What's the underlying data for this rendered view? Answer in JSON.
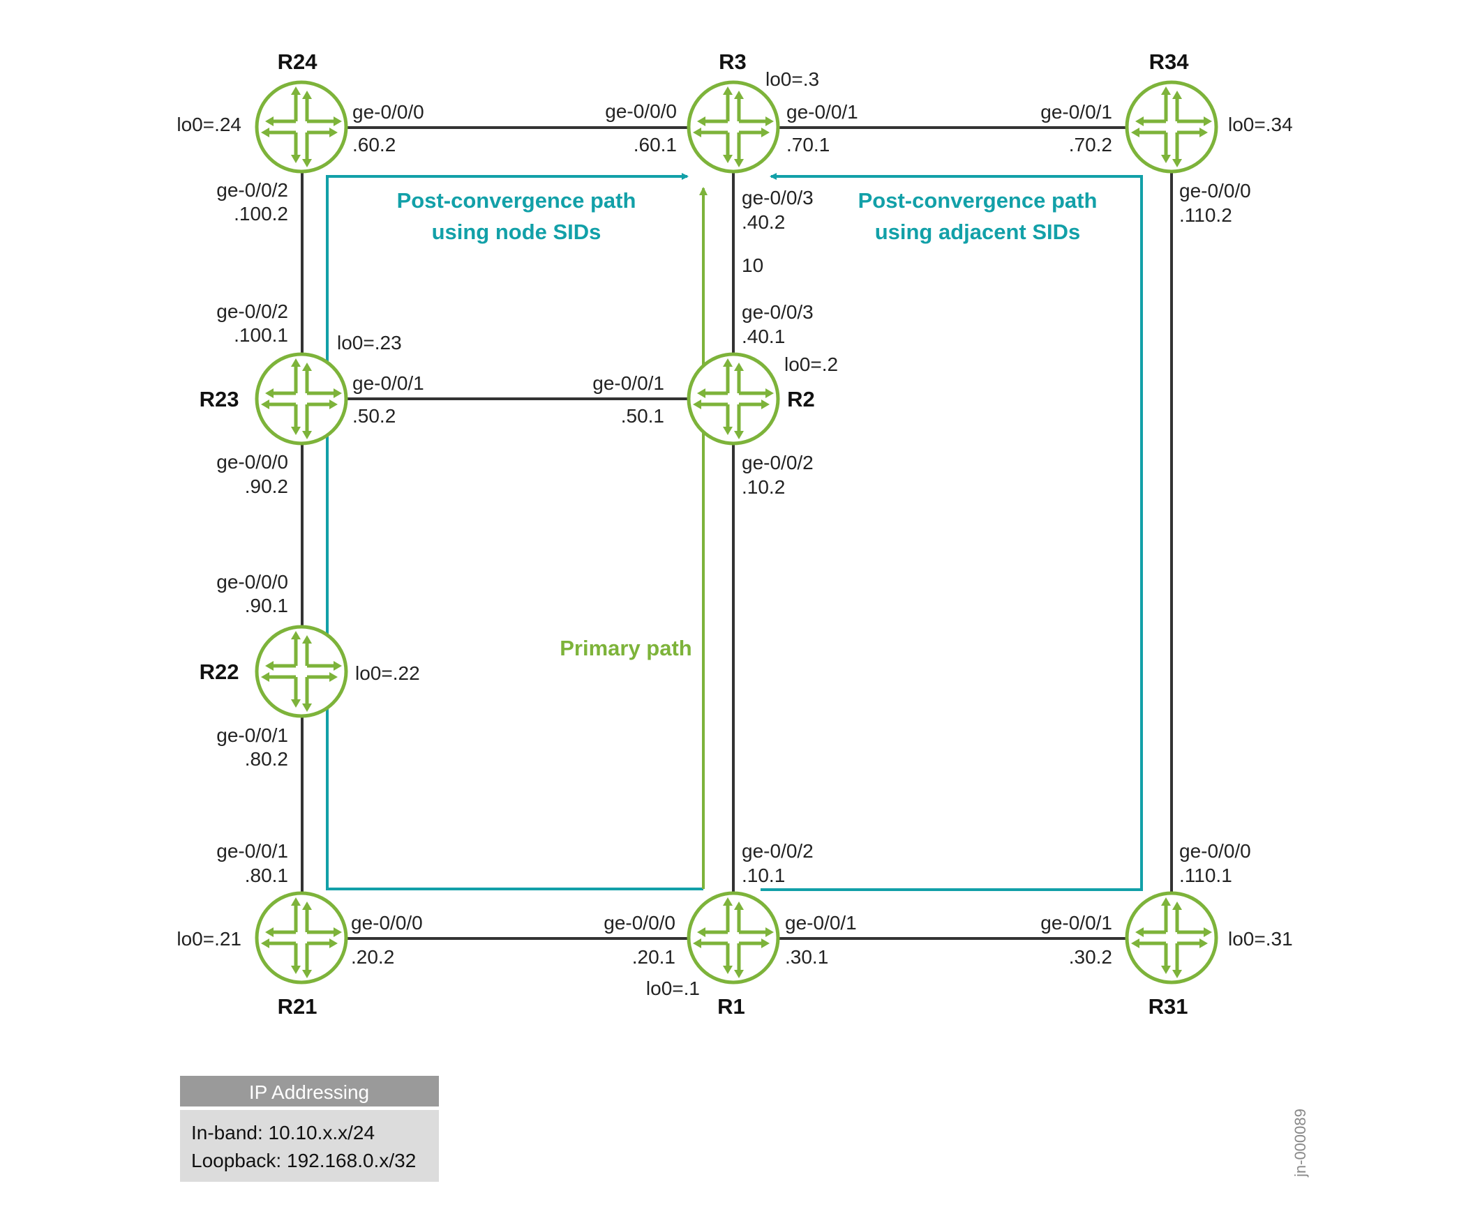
{
  "colors": {
    "router": "#7db33a",
    "primary_path": "#7db33a",
    "post_convergence_path": "#12a0a8",
    "link": "#333333",
    "legend_header_bg": "#9a9a9a",
    "legend_body_bg": "#dcdcdc"
  },
  "icons": {
    "router": "router-icon"
  },
  "routers": {
    "r24": {
      "name": "R24",
      "lo0": "lo0=.24"
    },
    "r3": {
      "name": "R3",
      "lo0": "lo0=.3"
    },
    "r34": {
      "name": "R34",
      "lo0": "lo0=.34"
    },
    "r23": {
      "name": "R23",
      "lo0": "lo0=.23"
    },
    "r2": {
      "name": "R2",
      "lo0": "lo0=.2"
    },
    "r22": {
      "name": "R22",
      "lo0": "lo0=.22"
    },
    "r21": {
      "name": "R21",
      "lo0": "lo0=.21"
    },
    "r1": {
      "name": "R1",
      "lo0": "lo0=.1"
    },
    "r31": {
      "name": "R31",
      "lo0": "lo0=.31"
    }
  },
  "links": {
    "r24_r3": {
      "a_if": "ge-0/0/0",
      "a_ip": ".60.2",
      "b_if": "ge-0/0/0",
      "b_ip": ".60.1"
    },
    "r3_r34": {
      "a_if": "ge-0/0/1",
      "a_ip": ".70.1",
      "b_if": "ge-0/0/1",
      "b_ip": ".70.2"
    },
    "r24_r23": {
      "a_if": "ge-0/0/2",
      "a_ip": ".100.2",
      "b_if": "ge-0/0/2",
      "b_ip": ".100.1"
    },
    "r3_r2": {
      "a_if": "ge-0/0/3",
      "a_ip": ".40.2",
      "metric": "10",
      "b_if": "ge-0/0/3",
      "b_ip": ".40.1"
    },
    "r34_r31": {
      "a_if": "ge-0/0/0",
      "a_ip": ".110.2",
      "b_if": "ge-0/0/0",
      "b_ip": ".110.1"
    },
    "r23_r2": {
      "a_if": "ge-0/0/1",
      "a_ip": ".50.2",
      "b_if": "ge-0/0/1",
      "b_ip": ".50.1"
    },
    "r23_r22": {
      "a_if": "ge-0/0/0",
      "a_ip": ".90.2",
      "b_if": "ge-0/0/0",
      "b_ip": ".90.1"
    },
    "r2_r1": {
      "a_if": "ge-0/0/2",
      "a_ip": ".10.2",
      "b_if": "ge-0/0/2",
      "b_ip": ".10.1"
    },
    "r22_r21": {
      "a_if": "ge-0/0/1",
      "a_ip": ".80.2",
      "b_if": "ge-0/0/1",
      "b_ip": ".80.1"
    },
    "r21_r1": {
      "a_if": "ge-0/0/0",
      "a_ip": ".20.2",
      "b_if": "ge-0/0/0",
      "b_ip": ".20.1"
    },
    "r1_r31": {
      "a_if": "ge-0/0/1",
      "a_ip": ".30.1",
      "b_if": "ge-0/0/1",
      "b_ip": ".30.2"
    }
  },
  "paths": {
    "node_sids": {
      "line1": "Post-convergence path",
      "line2": "using node SIDs"
    },
    "adj_sids": {
      "line1": "Post-convergence path",
      "line2": "using adjacent SIDs"
    },
    "primary": "Primary path"
  },
  "legend": {
    "title": "IP Addressing",
    "inband": "In-band: 10.10.x.x/24",
    "loopback": "Loopback: 192.168.0.x/32"
  },
  "figure_id": "jn-000089"
}
